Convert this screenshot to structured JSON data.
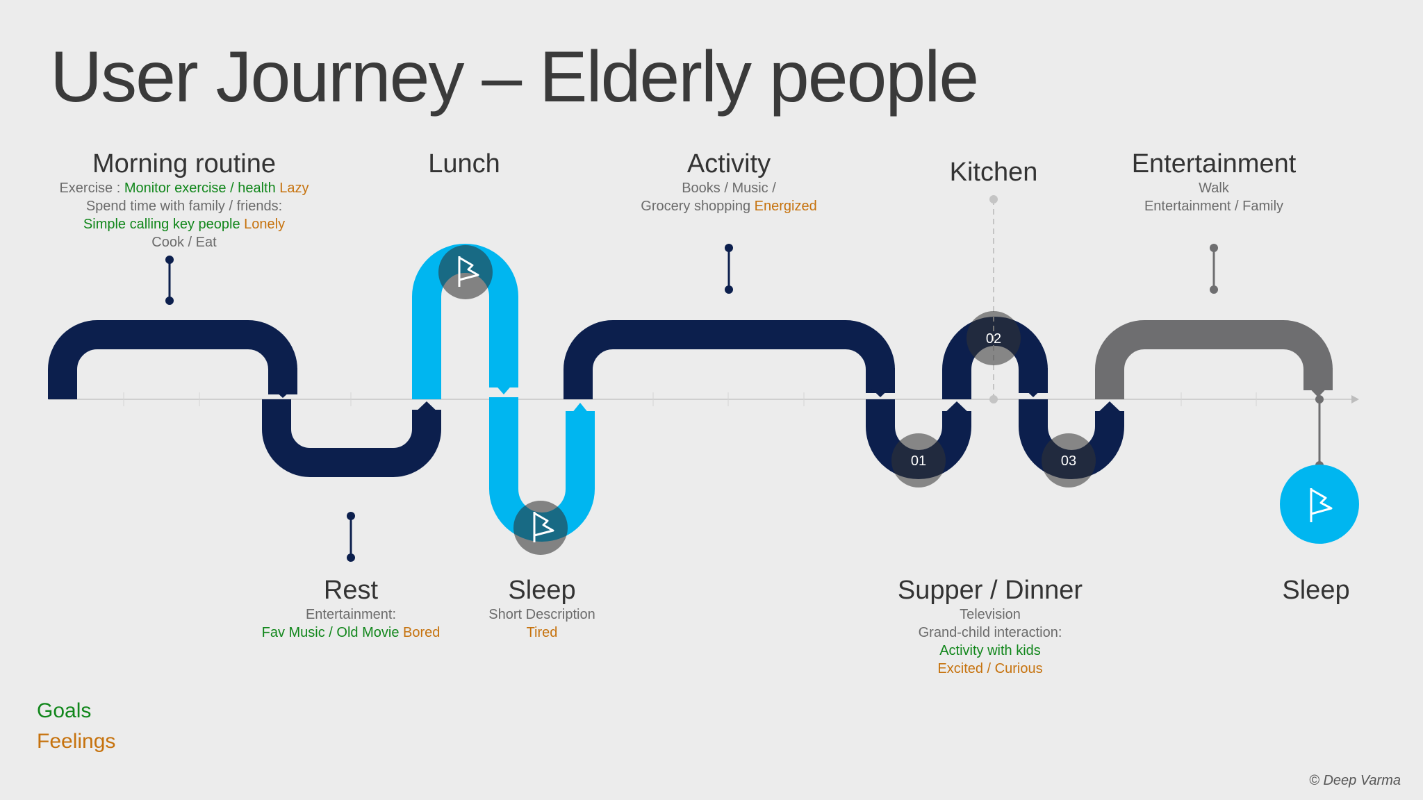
{
  "title": "User Journey – Elderly people",
  "stages": {
    "morning": {
      "name": "Morning routine",
      "l1_label": "Exercise : ",
      "l1_goal": "Monitor exercise / health",
      "l1_feel": "Lazy",
      "l2": "Spend time with family / friends:",
      "l3_goal": "Simple calling key people",
      "l3_feel": "Lonely",
      "l4": "Cook / Eat"
    },
    "lunch": {
      "name": "Lunch"
    },
    "activity": {
      "name": "Activity",
      "l1": "Books / Music /",
      "l2_label": "Grocery shopping ",
      "l2_feel": "Energized"
    },
    "kitchen": {
      "name": "Kitchen"
    },
    "entertainment": {
      "name": "Entertainment",
      "l1": "Walk",
      "l2": "Entertainment / Family"
    },
    "rest": {
      "name": "Rest",
      "l1": "Entertainment:",
      "l2_goal": "Fav Music / Old Movie",
      "l2_feel": "Bored"
    },
    "sleep1": {
      "name": "Sleep",
      "l1": "Short Description",
      "l2_feel": "Tired"
    },
    "supper": {
      "name": "Supper / Dinner",
      "l1": "Television",
      "l2": "Grand-child interaction:",
      "l3_goal": "Activity with kids",
      "l4_feel": "Excited / Curious"
    },
    "sleep2": {
      "name": "Sleep"
    }
  },
  "markers": {
    "m1": "01",
    "m2": "02",
    "m3": "03"
  },
  "icons": {
    "flag": "flag-icon"
  },
  "legend": {
    "goals": "Goals",
    "feelings": "Feelings"
  },
  "copyright": "© Deep Varma",
  "colors": {
    "navy": "#0c1f4d",
    "cyan": "#00b6f0",
    "gray": "#6e6e70",
    "goal": "#10861a",
    "feel": "#c6720d"
  }
}
